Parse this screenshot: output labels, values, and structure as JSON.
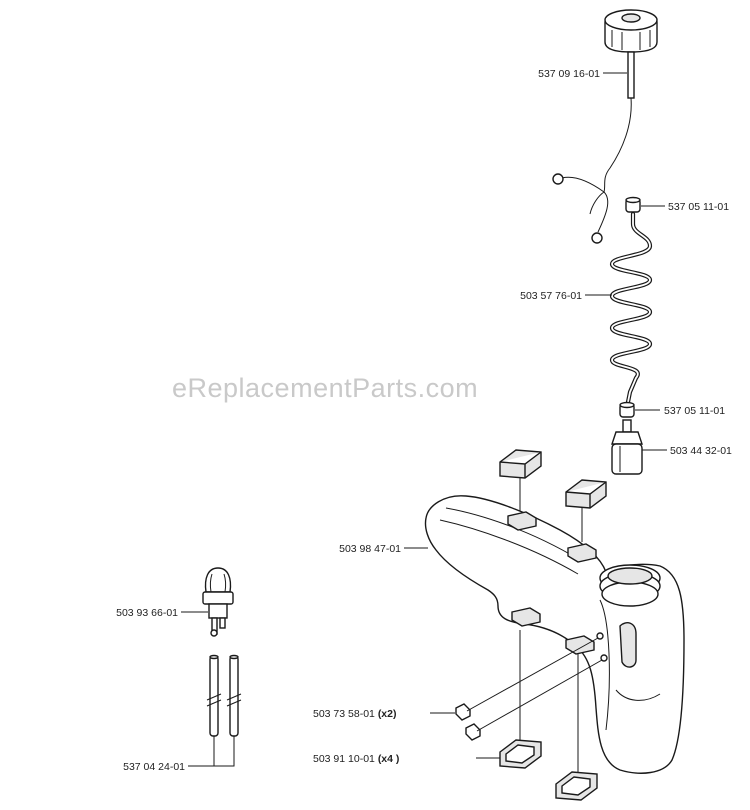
{
  "watermark": "eReplacementParts.com",
  "parts": {
    "fuel_cap": "537 09 16-01",
    "hose_fitting_top": "537 05 11-01",
    "fuel_hose": "503 57 76-01",
    "hose_fitting_bottom": "537 05 11-01",
    "fuel_filter": "503 44 32-01",
    "fuel_tank": "503 98 47-01",
    "primer_bulb": "503 93 66-01",
    "tubes": "537 04 24-01",
    "screw": "503 73 58-01",
    "screw_qty": "(x2)",
    "damper": "503 91 10-01",
    "damper_qty": "(x4 )"
  }
}
